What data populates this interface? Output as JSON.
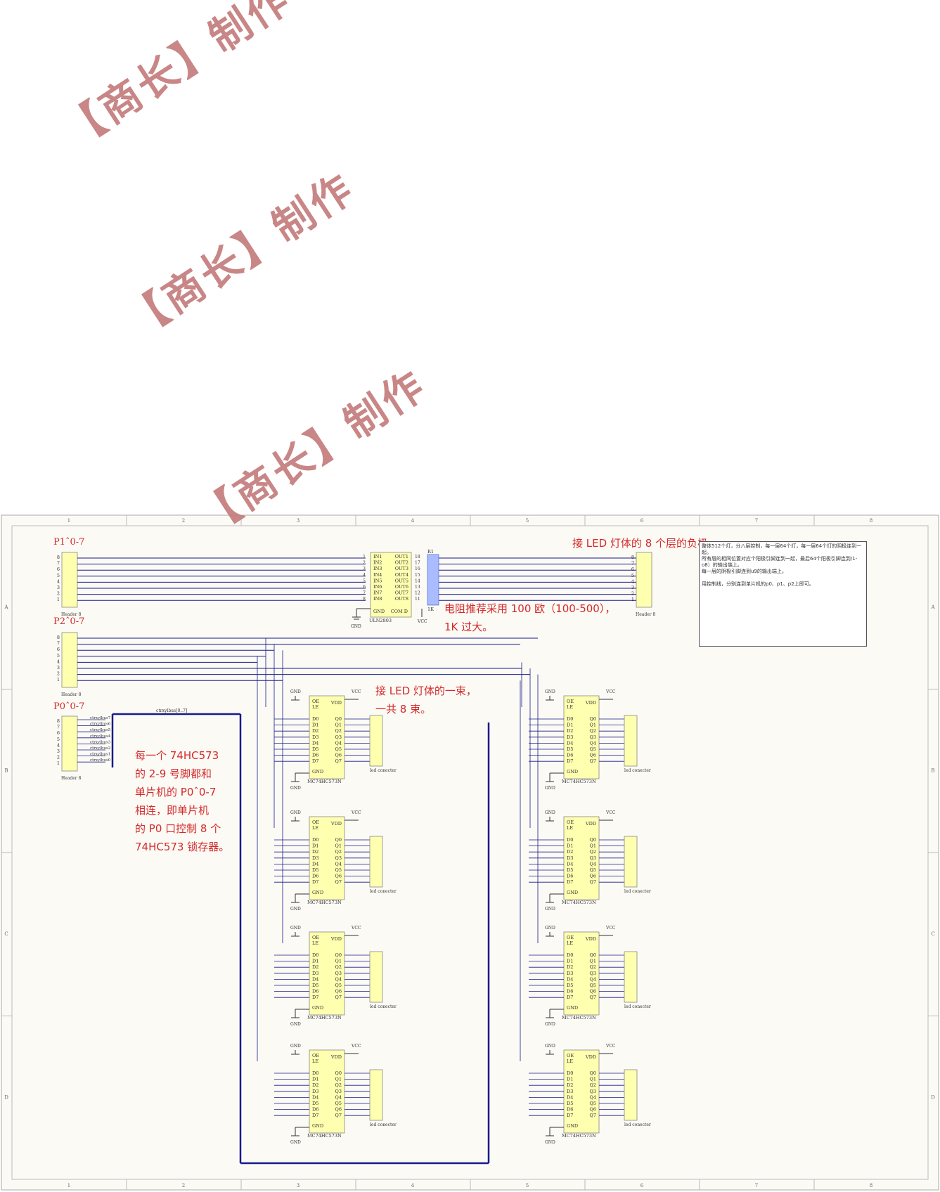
{
  "watermark": {
    "text": "【商长】制作"
  },
  "grid": {
    "columns": [
      "1",
      "2",
      "3",
      "4",
      "5",
      "6",
      "7",
      "8"
    ],
    "rows": [
      "A",
      "B",
      "C",
      "D"
    ]
  },
  "labels": {
    "p1": "P1ˆ0-7",
    "p2": "P2ˆ0-7",
    "p0": "P0ˆ0-7",
    "layer_note": "接 LED 灯体的 8 个层的负极",
    "resistor_note": "电阻推荐采用 100 欧（100-500），\n1K 过大。",
    "bundle_note": "接 LED 灯体的一束，\n一共 8 束。",
    "latch_note": "每一个 74HC573\n的 2-9 号脚都和\n单片机的 P0ˆ0-7\n相连，即单片机\n的 P0 口控制 8 个\n74HC573 锁存器。",
    "box_text": "整体512个灯，分八层控制，每一层64个灯，每一层64个灯的阴极连到一起。\n所有层的相同位置对应个阳极引脚连到一起，最后64个阳极引脚连到/1-o8）的输出端上。\n每一层的阴极引脚连到u9的输出端上。\n\n用控制线，分别连到单片机的p0、p1、p2上即可。",
    "header8": "Header 8",
    "uln": "ULN2803",
    "r1": "R1",
    "r_val": "1K",
    "bus": "ctrxylbus[0..7]",
    "chip": "MC74HC573N",
    "led_conn": "led conecter",
    "gnd": "GND",
    "vcc": "VCC",
    "vdd": "VDD"
  },
  "uln_pins": {
    "inputs": [
      "IN1",
      "IN2",
      "IN3",
      "IN4",
      "IN5",
      "IN6",
      "IN7",
      "IN8"
    ],
    "outputs": [
      "OUT1",
      "OUT2",
      "OUT3",
      "OUT4",
      "OUT5",
      "OUT6",
      "OUT7",
      "OUT8"
    ],
    "gnd": "GND",
    "comd": "COM D"
  },
  "latch_pins": {
    "d": [
      "D0",
      "D1",
      "D2",
      "D3",
      "D4",
      "D5",
      "D6",
      "D7"
    ],
    "q": [
      "Q0",
      "Q1",
      "Q2",
      "Q3",
      "Q4",
      "Q5",
      "Q6",
      "Q7"
    ],
    "oe": "OE",
    "le": "LE"
  },
  "header_pins": [
    "8",
    "7",
    "6",
    "5",
    "4",
    "3",
    "2",
    "1"
  ]
}
